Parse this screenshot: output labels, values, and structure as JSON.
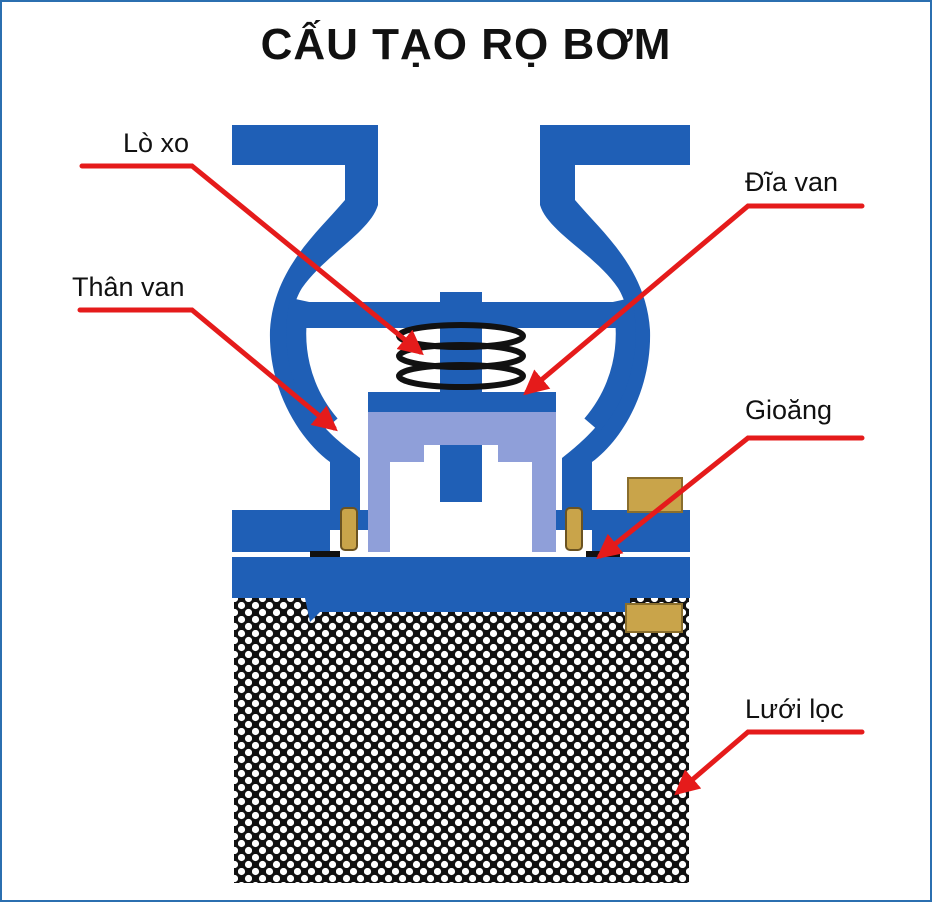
{
  "title": "CẤU TẠO RỌ BƠM",
  "labels": {
    "spring": "Lò xo",
    "disc": "Đĩa van",
    "body": "Thân van",
    "gasket": "Gioăng",
    "strainer": "Lưới lọc"
  },
  "colors": {
    "body": "#1f5fb6",
    "disc": "#8f9fd9",
    "spring": "#111111",
    "brass": "#c9a44a",
    "arrow": "#e51b1b",
    "mesh_background": "#111111",
    "border": "#2b6fb0"
  }
}
